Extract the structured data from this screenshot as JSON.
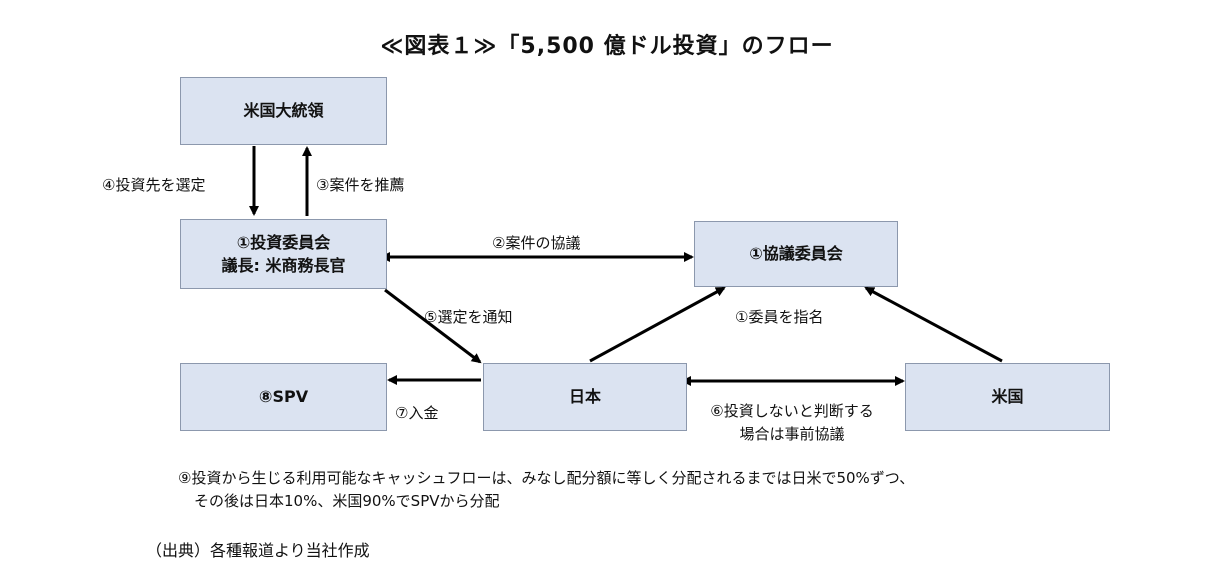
{
  "title": "≪図表１≫「5,500 億ドル投資」のフロー",
  "nodes": {
    "president": "米国大統領",
    "investment_committee_line1": "①投資委員会",
    "investment_committee_line2": "議長: 米商務長官",
    "consultation_committee": "①協議委員会",
    "spv": "⑧SPV",
    "japan": "日本",
    "usa": "米国"
  },
  "edges": {
    "select_destination": "④投資先を選定",
    "recommend_project": "③案件を推薦",
    "project_consultation": "②案件の協議",
    "notify_selection": "⑤選定を通知",
    "appoint_members": "①委員を指名",
    "pay_in": "⑦入金",
    "no_invest_line1": "⑥投資しないと判断する",
    "no_invest_line2": "場合は事前協議"
  },
  "note": {
    "line1": "⑨投資から生じる利用可能なキャッシュフローは、みなし配分額に等しく分配されるまでは日米で50%ずつ、",
    "line2": "その後は日本10%、米国90%でSPVから分配"
  },
  "source": "（出典）各種報道より当社作成",
  "colors": {
    "box_fill": "#dbe3f1",
    "box_border": "#8c98ad",
    "arrow": "#000000"
  }
}
